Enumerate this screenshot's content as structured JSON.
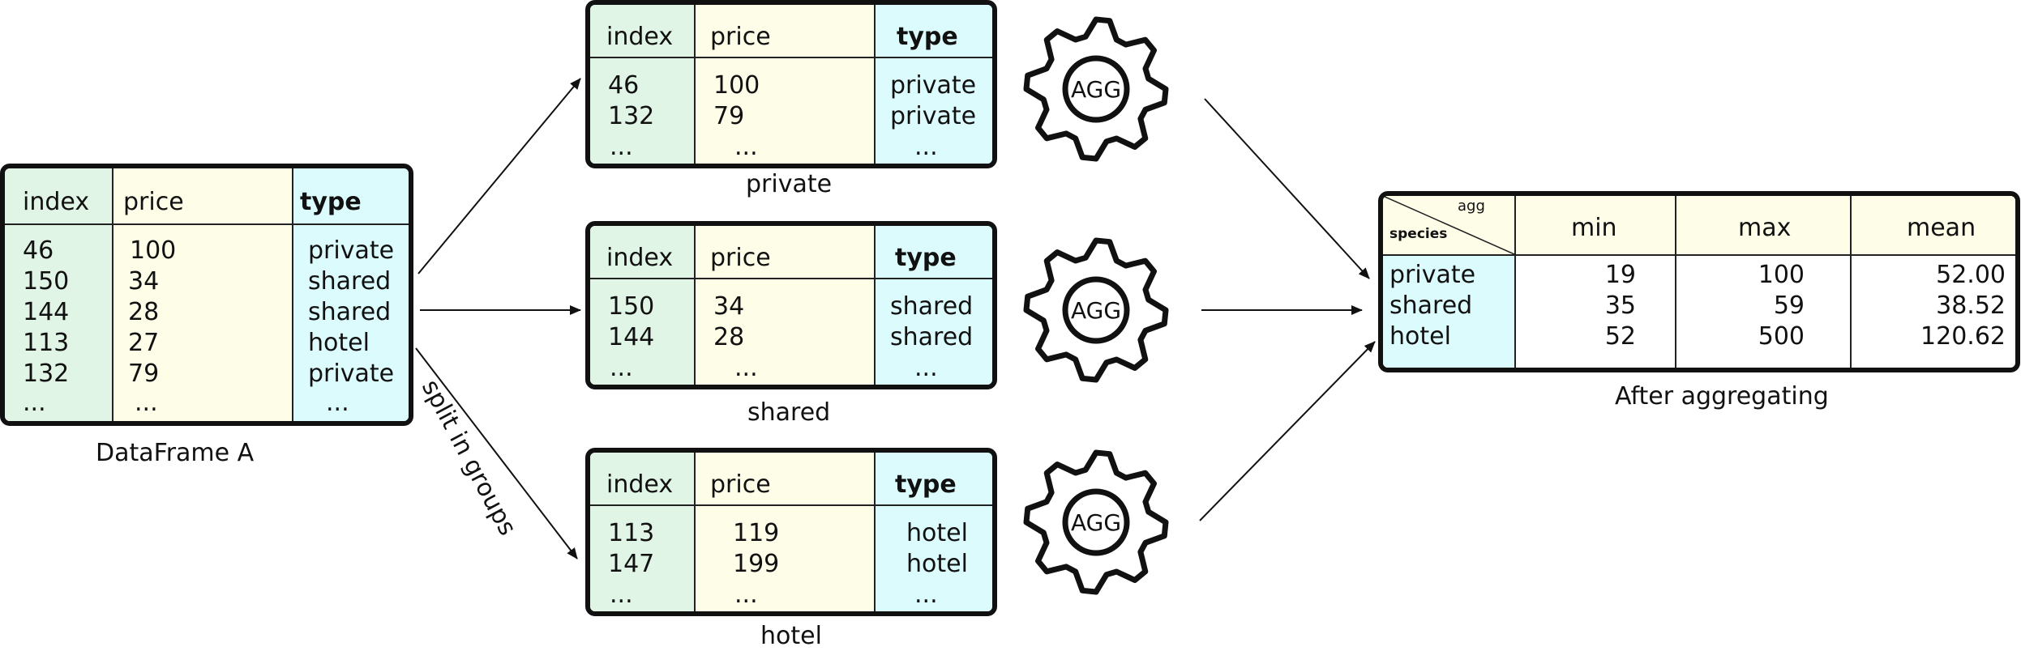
{
  "dataframe_a": {
    "caption": "DataFrame A",
    "headers": [
      "index",
      "price",
      "type"
    ],
    "rows": [
      [
        "46",
        "100",
        "private"
      ],
      [
        "150",
        "34",
        "shared"
      ],
      [
        "144",
        "28",
        "shared"
      ],
      [
        "113",
        "27",
        "hotel"
      ],
      [
        "132",
        "79",
        "private"
      ],
      [
        "...",
        "...",
        "..."
      ]
    ]
  },
  "split_label": "split in groups",
  "groups": [
    {
      "caption": "private",
      "headers": [
        "index",
        "price",
        "type"
      ],
      "rows": [
        [
          "46",
          "100",
          "private"
        ],
        [
          "132",
          "79",
          "private"
        ],
        [
          "...",
          "...",
          "..."
        ]
      ]
    },
    {
      "caption": "shared",
      "headers": [
        "index",
        "price",
        "type"
      ],
      "rows": [
        [
          "150",
          "34",
          "shared"
        ],
        [
          "144",
          "28",
          "shared"
        ],
        [
          "...",
          "...",
          "..."
        ]
      ]
    },
    {
      "caption": "hotel",
      "headers": [
        "index",
        "price",
        "type"
      ],
      "rows": [
        [
          "113",
          "119",
          "hotel"
        ],
        [
          "147",
          "199",
          "hotel"
        ],
        [
          "...",
          "...",
          "..."
        ]
      ]
    }
  ],
  "gear_label": "AGG",
  "gear_icon": "gear-icon",
  "result": {
    "caption": "After aggregating",
    "corner_top": "agg",
    "corner_bottom": "species",
    "headers": [
      "min",
      "max",
      "mean"
    ],
    "rows": [
      {
        "label": "private",
        "values": [
          "19",
          "100",
          "52.00"
        ]
      },
      {
        "label": "shared",
        "values": [
          "35",
          "59",
          "38.52"
        ]
      },
      {
        "label": "hotel",
        "values": [
          "52",
          "500",
          "120.62"
        ]
      }
    ]
  }
}
